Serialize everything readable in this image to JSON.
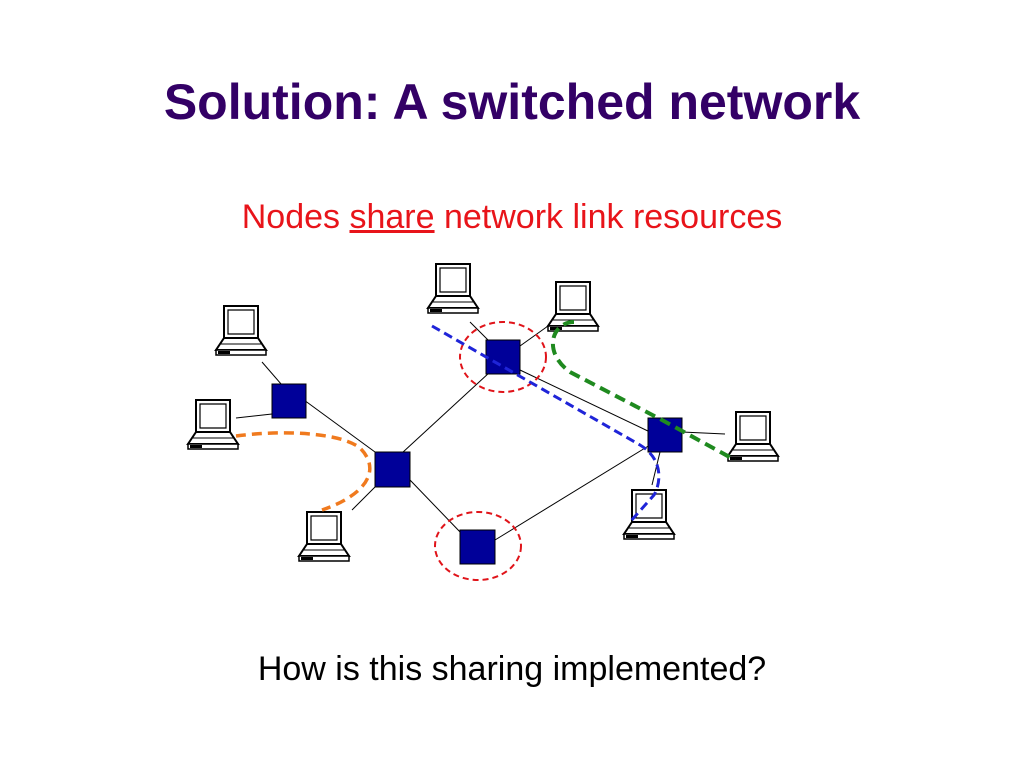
{
  "slide": {
    "title": "Solution: A switched network",
    "subtitle_parts": [
      "Nodes ",
      "share",
      " network link resources"
    ],
    "question": "How is this sharing implemented?"
  },
  "colors": {
    "title": "#330066",
    "subtitle": "#e8141a",
    "question": "#000000",
    "switch_fill": "#000099",
    "switch_outline": "#000000",
    "link": "#000000",
    "highlight_ring": "#e0141a",
    "path_orange": "#f07a1e",
    "path_blue": "#1f24d8",
    "path_green": "#1f8a1f"
  },
  "diagram": {
    "switches": [
      "switch-left",
      "switch-center",
      "switch-top",
      "switch-bottom",
      "switch-right"
    ],
    "highlighted": [
      "switch-top",
      "switch-bottom"
    ],
    "laptops": [
      "laptop-top-left",
      "laptop-mid-left",
      "laptop-bottom-left",
      "laptop-top-center",
      "laptop-top-right",
      "laptop-right",
      "laptop-bottom-right"
    ],
    "paths": [
      "orange",
      "blue",
      "green"
    ]
  }
}
